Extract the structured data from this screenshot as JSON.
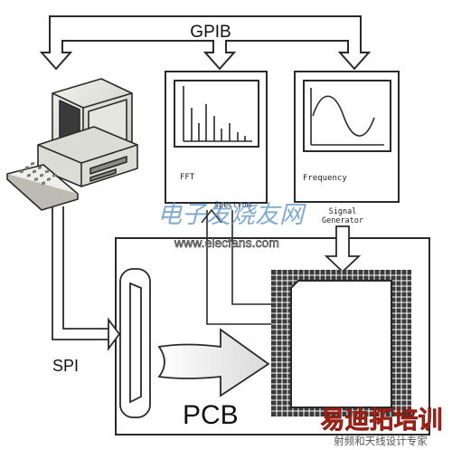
{
  "diagram": {
    "bus_label": "GPIB",
    "fft_label": "FFT",
    "spectrum_label": "Spectrum",
    "frequency_label": "Frequency",
    "signal_generator_line1": "Signal",
    "signal_generator_line2": "Generator",
    "spi_label": "SPI",
    "pcb_label": "PCB"
  },
  "watermarks": {
    "site_cn": "电子发烧友网",
    "site_url": "www.elecfans.com",
    "brand_main": "易迪拓培训",
    "brand_sub": "射频和天线设计专家"
  },
  "colors": {
    "line": "#2a2a2a",
    "watermark_blue": "#5f93c3",
    "brand_red": "#e23a2a"
  }
}
